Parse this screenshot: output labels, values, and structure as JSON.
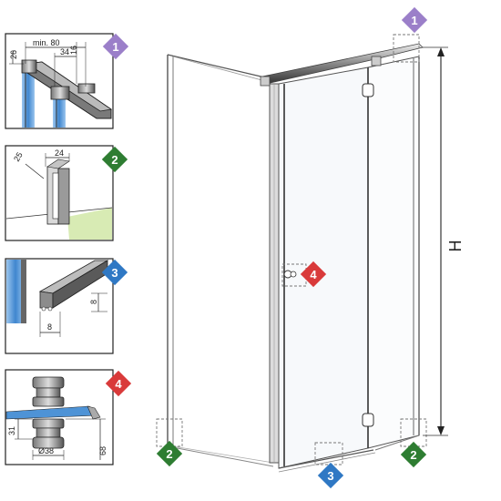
{
  "colors": {
    "purple": "#9b7fc9",
    "green": "#2e7d32",
    "blue": "#2f78c4",
    "red": "#d93a3a",
    "glass": "#5fa0d8",
    "floor": "#d8ebb4",
    "frame": "#444444"
  },
  "badges": {
    "b1": "1",
    "b2": "2",
    "b3": "3",
    "b4": "4"
  },
  "panel1": {
    "dim_min80": "min. 80",
    "dim_34": "34",
    "dim_16": "16",
    "dim_26": "26"
  },
  "panel2": {
    "dim_24": "24",
    "dim_25": "25"
  },
  "panel3": {
    "dim_8a": "8",
    "dim_8b": "8"
  },
  "panel4": {
    "dim_31": "31",
    "dim_d38": "Ø38",
    "dim_68": "68"
  },
  "main": {
    "height_label": "H"
  }
}
